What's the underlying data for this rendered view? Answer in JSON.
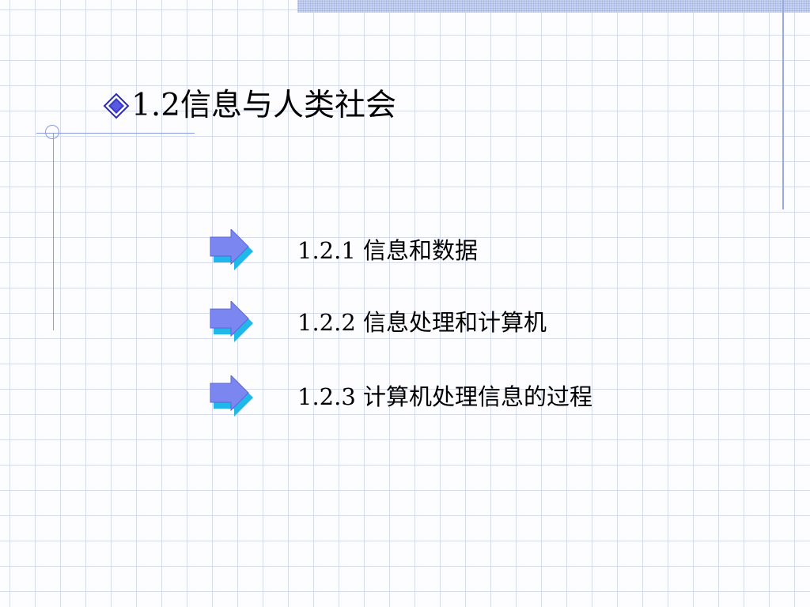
{
  "slide": {
    "title": "1.2信息与人类社会",
    "items": [
      {
        "label": "1.2.1 信息和数据"
      },
      {
        "label": "1.2.2 信息处理和计算机"
      },
      {
        "label": "1.2.3 计算机处理信息的过程"
      }
    ]
  },
  "icons": {
    "title_bullet": "diamond-bullet-icon",
    "item_bullet": "right-arrow-icon"
  },
  "colors": {
    "arrow_top": "#7b86f0",
    "arrow_side": "#1fb8e8",
    "bullet_diamond": "#2b2bb0",
    "grid_line": "#d6dcef",
    "accent_line": "#8a9be0"
  }
}
